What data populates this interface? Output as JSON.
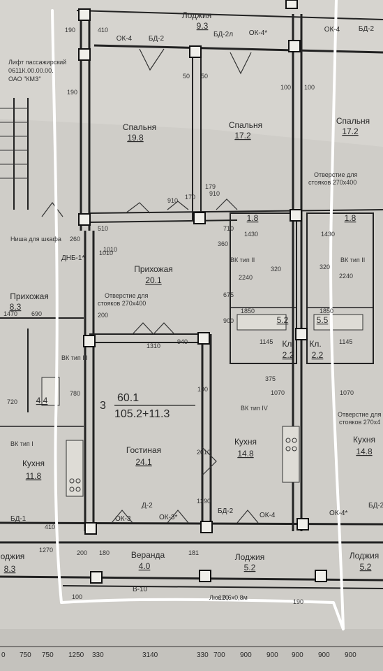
{
  "plan": {
    "header": {
      "room": "Лоджия",
      "area": "9.3"
    },
    "labels": {
      "lift": "Лифт пассажирский",
      "lift_code": "0611К.00.00.00.",
      "lift_org": "ОАО \"КМЗ\"",
      "niche": "Ниша для шкафа",
      "dnb": "ДНБ-1*"
    },
    "windows": [
      "ОК-4",
      "БД-2",
      "БД-2л",
      "ОК-4*",
      "ОК-4",
      "БД-2"
    ],
    "bottom_windows": [
      "БД-1",
      "ОК-3",
      "Д-2",
      "ОК-3*",
      "БД-2",
      "ОК-4",
      "ОК-4*",
      "БД-2"
    ],
    "rooms": [
      {
        "name": "Спальня",
        "area": "19.8"
      },
      {
        "name": "Спальня",
        "area": "17.2"
      },
      {
        "name": "Спальня",
        "area": "17.2"
      },
      {
        "name": "Прихожая",
        "area": "20.1"
      },
      {
        "name": "Прихожая",
        "area": "8.3"
      },
      {
        "name": "Гостиная",
        "area": "24.1"
      },
      {
        "name": "Кухня",
        "area": "14.8"
      },
      {
        "name": "Кухня",
        "area": "14.8"
      },
      {
        "name": "Кухня",
        "area": "11.8"
      },
      {
        "name": "Веранда",
        "area": "4.0"
      },
      {
        "name": "Лоджия",
        "area": "5.2"
      },
      {
        "name": "Лоджия",
        "area": "5.2"
      },
      {
        "name": "Лоджия",
        "area": "8.3"
      },
      {
        "name": "Кл.",
        "area": "2.2"
      },
      {
        "name": "Кл.",
        "area": "2.2"
      }
    ],
    "small_areas": [
      "1.8",
      "1.8",
      "5.2",
      "5.5",
      "4.4"
    ],
    "apartment": {
      "rooms": "3",
      "living": "60.1",
      "total": "105.2+11.3"
    },
    "notes": {
      "opening_left": "Отверстие для",
      "opening_left2": "стояков 270х400",
      "opening_right": "Отверстие для",
      "opening_right2": "стояков 270х400",
      "opening_kitchen": "Отверстие для",
      "opening_kitchen2": "стояков 270х4",
      "hatch": "Люк 0,6х0,8м",
      "vk2a": "ВК тип II",
      "vk2b": "ВК тип II",
      "vk3": "ВК тип III",
      "vk4": "ВК тип IV",
      "vk1": "ВК тип I",
      "b10": "В-10"
    },
    "dims_top": [
      "190",
      "410",
      "190",
      "50",
      "50",
      "100",
      "100",
      "910",
      "170",
      "179",
      "910",
      "1430",
      "1430",
      "360",
      "710",
      "320",
      "320",
      "2240",
      "2240"
    ],
    "dims_mid": [
      "260",
      "510",
      "1010",
      "1010",
      "1470",
      "690",
      "200",
      "1310",
      "940",
      "1850",
      "1850",
      "1145",
      "1145",
      "675",
      "900",
      "375",
      "1070",
      "1070",
      "2010",
      "1390",
      "100",
      "780",
      "720"
    ],
    "dims_bottom": [
      "200",
      "180",
      "181",
      "190",
      "100",
      "1270",
      "410",
      "120"
    ],
    "bottom_ruler": [
      "0",
      "750",
      "750",
      "1250",
      "330",
      "3140",
      "330",
      "700",
      "900",
      "900",
      "900",
      "900",
      "900"
    ]
  }
}
